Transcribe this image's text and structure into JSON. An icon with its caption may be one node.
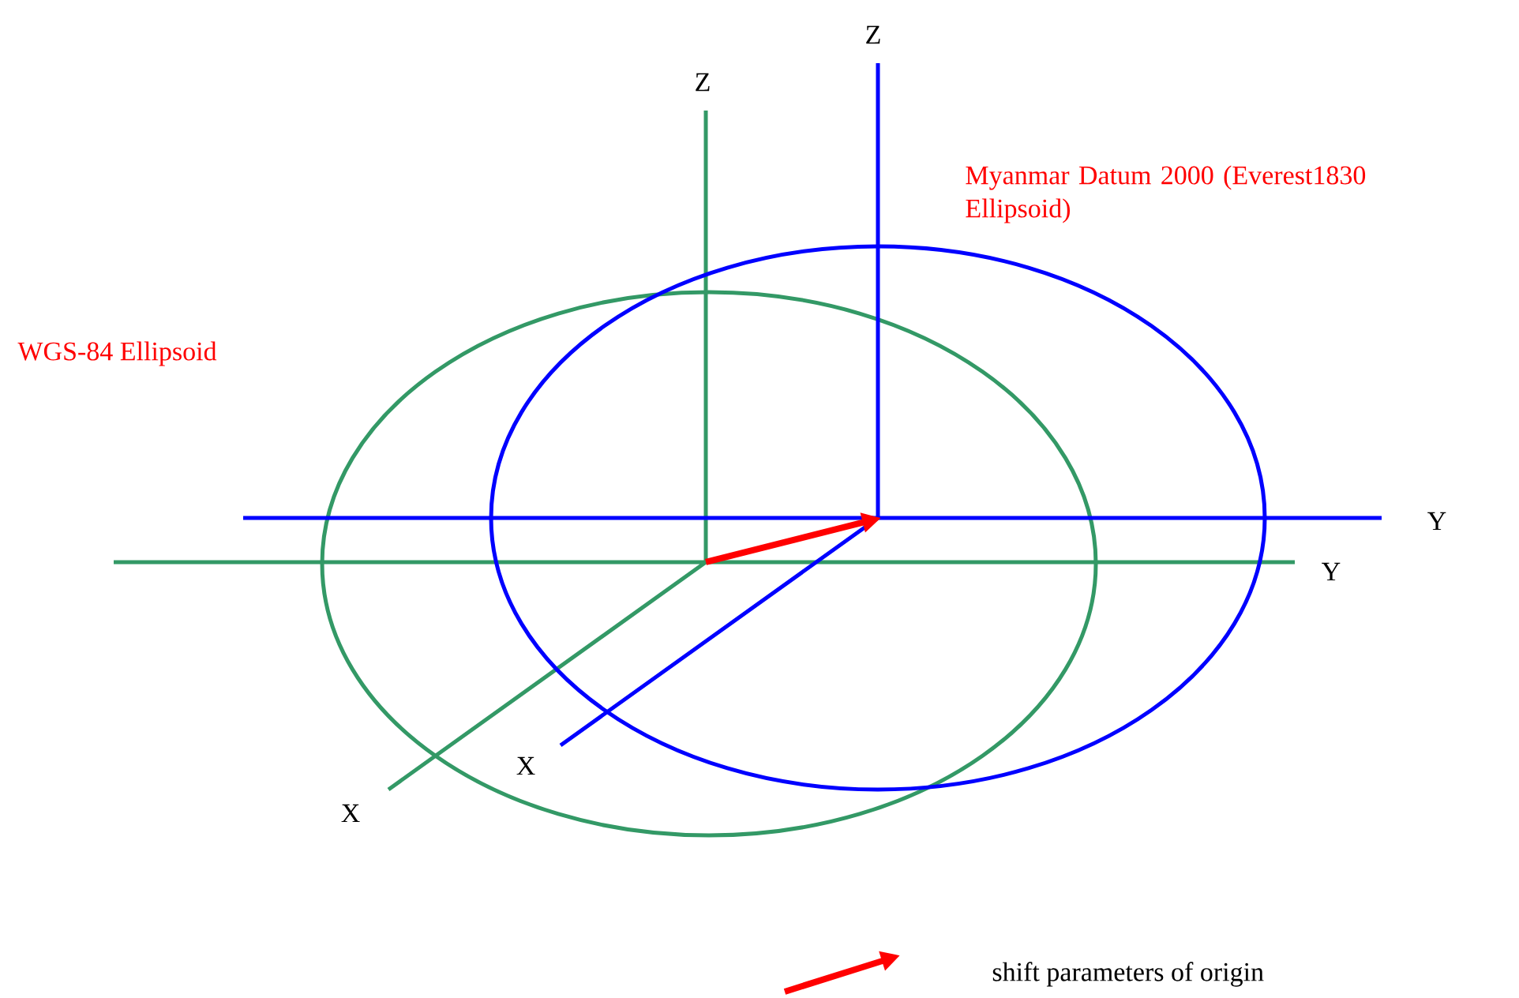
{
  "diagram": {
    "labels": [
      "Z",
      "Z",
      "Myanmar Datum 2000 (Everest1830 Ellipsoid)",
      "WGS-84 Ellipsoid",
      "Y",
      "Y",
      "X",
      "X"
    ],
    "legend": [
      {
        "text": "shift parameters of origin"
      }
    ]
  }
}
